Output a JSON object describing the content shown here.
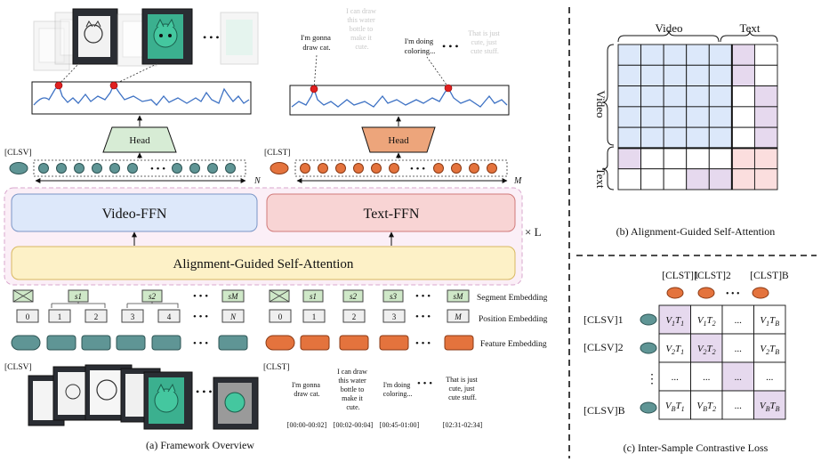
{
  "panel_a": {
    "caption": "(a) Framework Overview",
    "video_head_label": "Head",
    "text_head_label": "Head",
    "clsv_label": "[CLSV]",
    "clst_label": "[CLST]",
    "n_label": "N",
    "m_label": "M",
    "video_ffn_label": "Video-FFN",
    "text_ffn_label": "Text-FFN",
    "layers_label": "× L",
    "attention_label": "Alignment-Guided Self-Attention",
    "ellipsis": "• • •",
    "bottom_clsv_label": "[CLSV]",
    "bottom_clst_label": "[CLST]",
    "embedding_labels": {
      "segment": "Segment Embedding",
      "position": "Position Embedding",
      "feature": "Feature Embedding"
    },
    "video_segments": [
      "s1",
      "s2",
      "sM"
    ],
    "video_positions": [
      "0",
      "1",
      "2",
      "3",
      "4",
      "N"
    ],
    "text_segments": [
      "s1",
      "s2",
      "s3",
      "sM"
    ],
    "text_positions": [
      "0",
      "1",
      "2",
      "3",
      "M"
    ],
    "top_captions": [
      {
        "lines": [
          "I'm gonna",
          "draw cat."
        ],
        "highlight": true
      },
      {
        "lines": [
          "I can draw",
          "this water",
          "bottle to",
          "make it",
          "cute."
        ],
        "highlight": false
      },
      {
        "lines": [
          "I'm doing",
          "coloring..."
        ],
        "highlight": true
      },
      {
        "lines": [
          "That is just",
          "cute, just",
          "cute stuff."
        ],
        "highlight": false
      }
    ],
    "bottom_captions": [
      {
        "lines": [
          "I'm gonna",
          "draw cat."
        ],
        "time": "[00:00-00:02]"
      },
      {
        "lines": [
          "I can draw",
          "this water",
          "bottle to",
          "make it",
          "cute."
        ],
        "time": "[00:02-00:04]"
      },
      {
        "lines": [
          "I'm doing",
          "coloring..."
        ],
        "time": "[00:45-01:00]"
      },
      {
        "lines": [
          "That is just",
          "cute, just",
          "cute stuff."
        ],
        "time": "[02:31-02:34]"
      }
    ]
  },
  "panel_b": {
    "caption": "(b) Alignment-Guided Self-Attention",
    "video_label": "Video",
    "text_label": "Text",
    "grid": {
      "rows": 7,
      "cols": 7,
      "video_count": 5,
      "text_count": 2
    }
  },
  "panel_c": {
    "caption": "(c) Inter-Sample Contrastive Loss",
    "column_headers": [
      "[CLST]1",
      "[CLST]2",
      "[CLST]B"
    ],
    "row_headers": [
      "[CLSV]1",
      "[CLSV]2",
      "[CLSV]B"
    ],
    "ellipsis_h": "• • •",
    "ellipsis_v": "⋮",
    "cells": [
      [
        "V1T1",
        "V1T2",
        "...",
        "V1TB"
      ],
      [
        "V2T1",
        "V2T2",
        "...",
        "V2TB"
      ],
      [
        "...",
        "...",
        "...",
        "..."
      ],
      [
        "VBT1",
        "VBT2",
        "...",
        "VBTB"
      ]
    ]
  },
  "colors": {
    "video_token": "#5f9595",
    "text_token": "#e4733d",
    "video_head": "#d7ecd5",
    "text_head": "#eda57b",
    "video_ffn": "#dde8fa",
    "text_ffn": "#f8d4d4",
    "attention": "#fdf1c7",
    "outer_block": "#fbeff7",
    "segment_fill": "#cfe8c8",
    "attn_blue": "#dce8fa",
    "attn_purple": "#e6d9ee",
    "attn_pink": "#fbdede",
    "peak_dot": "#e02020",
    "curve": "#3e72c4"
  }
}
